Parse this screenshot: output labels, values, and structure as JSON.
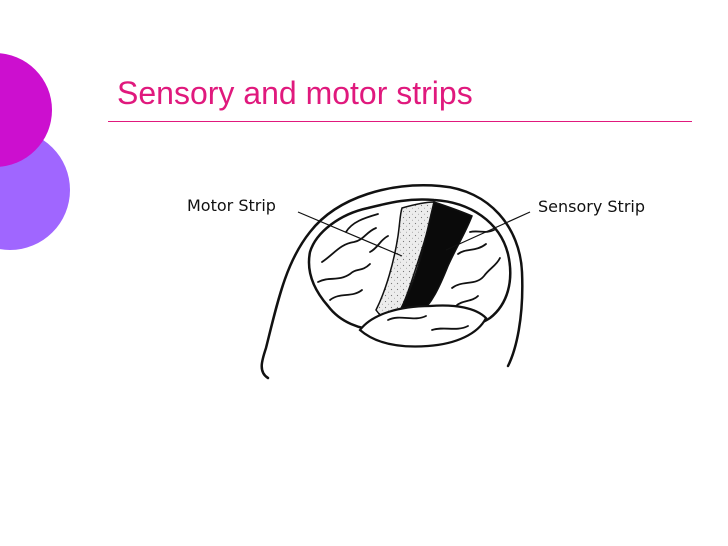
{
  "slide": {
    "title": "Sensory and motor strips",
    "accent_color": "#e0197d",
    "decoration_colors": [
      "#cc0fcf",
      "#a066ff"
    ]
  },
  "figure": {
    "motor_label": "Motor Strip",
    "sensory_label": "Sensory Strip"
  }
}
